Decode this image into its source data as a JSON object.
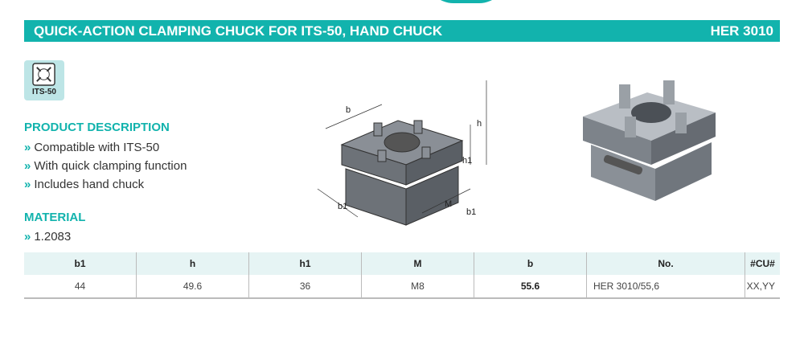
{
  "header": {
    "title": "QUICK-ACTION CLAMPING CHUCK FOR ITS-50, HAND CHUCK",
    "code": "HER 3010"
  },
  "badge": {
    "label": "ITS-50",
    "icon": "its-50-chuck-icon"
  },
  "description": {
    "heading": "PRODUCT DESCRIPTION",
    "bullet": "»",
    "items": [
      "Compatible with ITS-50",
      "With quick clamping function",
      "Includes hand chuck"
    ]
  },
  "material": {
    "heading": "MATERIAL",
    "items": [
      "1.2083"
    ]
  },
  "drawing": {
    "labels": {
      "b": "b",
      "h": "h",
      "h1": "h1",
      "b1_left": "b1",
      "M": "M",
      "b1_right": "b1"
    }
  },
  "table": {
    "headers": [
      "b1",
      "h",
      "h1",
      "M",
      "b",
      "No.",
      "#CU#"
    ],
    "rows": [
      [
        "44",
        "49.6",
        "36",
        "M8",
        "55.6",
        "HER 3010/55,6",
        "XX,YY"
      ]
    ]
  },
  "colors": {
    "accent": "#12b3ad"
  }
}
